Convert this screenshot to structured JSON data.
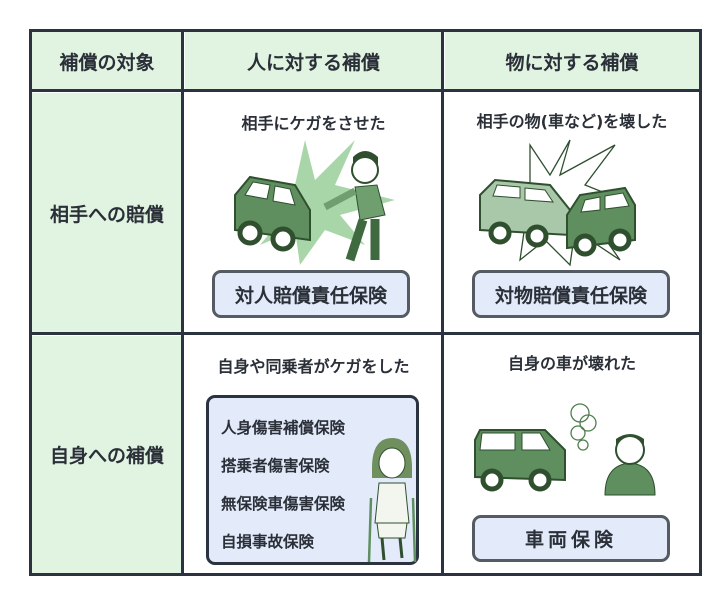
{
  "header": {
    "col1": "補償の対象",
    "col2": "人に対する補償",
    "col3": "物に対する補償"
  },
  "rows": [
    {
      "label": "相手への賠償",
      "person": {
        "caption": "相手にケガをさせた",
        "insurance": "対人賠償責任保険"
      },
      "property": {
        "caption": "相手の物(車など)を壊した",
        "insurance": "対物賠償責任保険"
      }
    },
    {
      "label": "自身への補償",
      "person": {
        "caption": "自身や同乗者がケガをした",
        "insurances": [
          "人身傷害補償保険",
          "搭乗者傷害保険",
          "無保険車傷害保険",
          "自損事故保険"
        ]
      },
      "property": {
        "caption": "自身の車が壊れた",
        "insurance": "車両保険"
      }
    }
  ],
  "colors": {
    "header_bg": "#e1f3e1",
    "border": "#2b3340",
    "box_bg": "#e3ebfb",
    "illustration": "#5f8f5f"
  }
}
